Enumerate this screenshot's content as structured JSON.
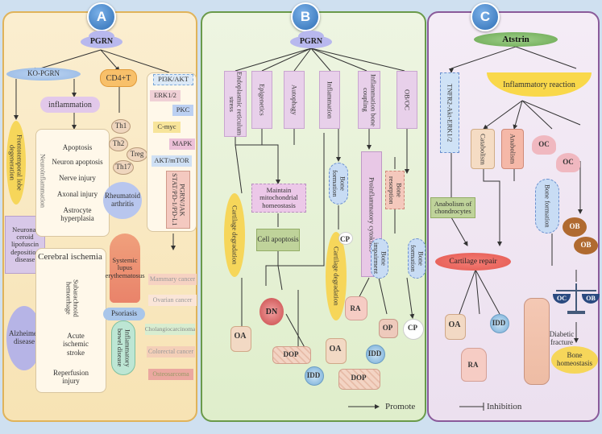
{
  "panels": {
    "a": {
      "badge": "A",
      "root": "PGRN",
      "ko": "KO-PGRN",
      "cd4": "CD4+T",
      "inflammation": "inflammation",
      "neuroinflammation": "Neuroinflammation",
      "neuro_list": [
        "Apoptosis",
        "Neuron apoptosis",
        "Nerve injury",
        "Axonal injury",
        "Astrocyte hyperplasia"
      ],
      "ftld": "Frontotemporal lobe degeneration",
      "ncl": "Neuronal ceroid lipofuscin deposition disease",
      "alz": "Alzheimer disease",
      "cerebral": "Cerebral ischemia",
      "sah": "Subarachnoid hemorrhage",
      "stroke": "Acute ischemic stroke",
      "reperfusion": "Reperfusion injury",
      "th": [
        "Th1",
        "Th2",
        "Treg",
        "Th17"
      ],
      "ra": "Rheumatoid arthritis",
      "sle": "Systemic lupus erythematosus",
      "psoriasis": "Psoriasis",
      "ibd": "Inflammatory bowel disease",
      "pathways": [
        "PI3K/AKT",
        "ERK1/2",
        "PKC",
        "C-myc",
        "MAPK",
        "AKT/mTOR"
      ],
      "jak": "PGRN/JAK STAT/PD-1/PD-L1",
      "cancers": [
        "Mammary cancer",
        "Ovarian cancer",
        "Cholangiocarcinoma",
        "Colorectal cancer",
        "Osteosarcoma"
      ]
    },
    "b": {
      "badge": "B",
      "root": "PGRN",
      "top": [
        "Endoplasmic reticulum stress",
        "Epigenetics",
        "Autophagy",
        "Inflammation",
        "Inflammation bone coupling",
        "OB/OC"
      ],
      "maintain": "Maintain mitochondrial homeostasis",
      "cell_apoptosis": "Cell apoptosis",
      "cartilage1": "Cartilage degradation",
      "cartilage2": "Cartilage degradation",
      "bone_formation1": "Bone formation",
      "bone_formation2": "Bone formation",
      "bone_resorption": "Bone resorption",
      "bone_impairment": "Bone impairment",
      "proinflammatory": "Proinflammatory cytokines",
      "labels": {
        "oa1": "OA",
        "dn": "DN",
        "dop1": "DOP",
        "idd1": "IDD",
        "oa2": "OA",
        "cp1": "CP",
        "ra": "RA",
        "idd2": "IDD",
        "op": "OP",
        "cp2": "CP",
        "dop2": "DOP"
      },
      "legend": "Promote"
    },
    "c": {
      "badge": "C",
      "root": "Atstrin",
      "inflammatory": "Inflammatory reaction",
      "tnfr2": "TNFR2-Akt-ERK1/2",
      "catabolism": "Catabolism",
      "anabolism": "Anabolism",
      "oc1": "OC",
      "oc2": "OC",
      "anab_chon": "Anabolism of chondrocytes",
      "bone_formation": "Bone formation",
      "ob1": "OB",
      "ob2": "OB",
      "cartilage_repair": "Cartilage repair",
      "oa": "OA",
      "idd": "IDD",
      "diabetic": "Diabetic fracture",
      "ra": "RA",
      "oc_scale": "OC",
      "ob_scale": "OB",
      "bone_homeostasis": "Bone homeostasis",
      "legend": "Inhibition"
    }
  },
  "colors": {
    "a_border": "#e0b35a",
    "b_border": "#6a9a4a",
    "c_border": "#8a5a9a",
    "badge": "#2f6fb5"
  }
}
